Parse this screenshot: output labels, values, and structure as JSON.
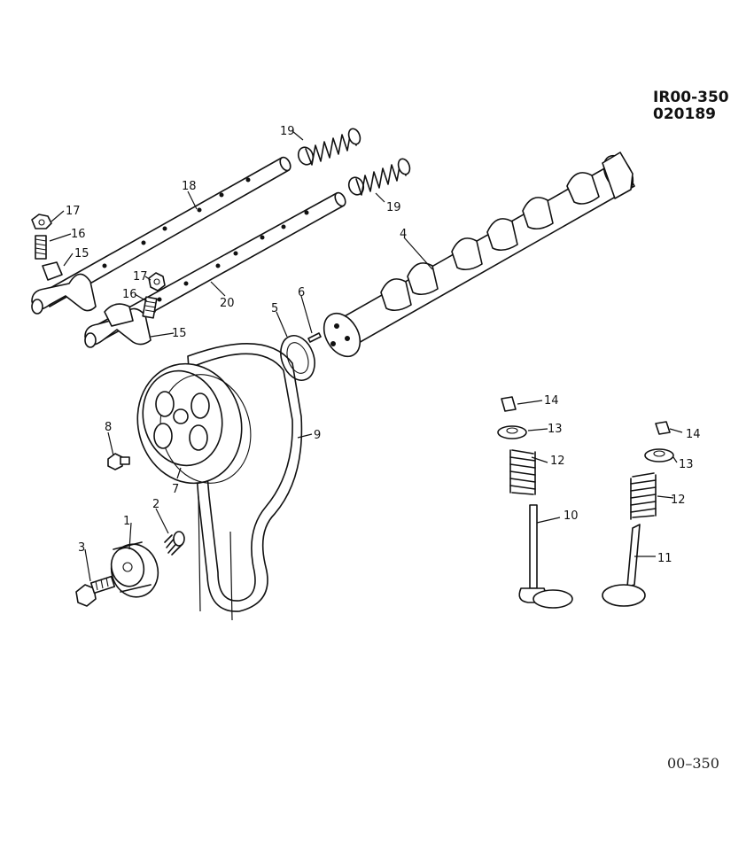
{
  "diagram": {
    "ref_code": "IR00-350",
    "ref_date": "020189",
    "footer": "00–350",
    "callouts": [
      "1",
      "2",
      "3",
      "4",
      "5",
      "6",
      "7",
      "8",
      "9",
      "10",
      "11",
      "12",
      "12",
      "13",
      "13",
      "14",
      "14",
      "15",
      "15",
      "16",
      "16",
      "17",
      "17",
      "18",
      "19",
      "19",
      "20"
    ]
  }
}
